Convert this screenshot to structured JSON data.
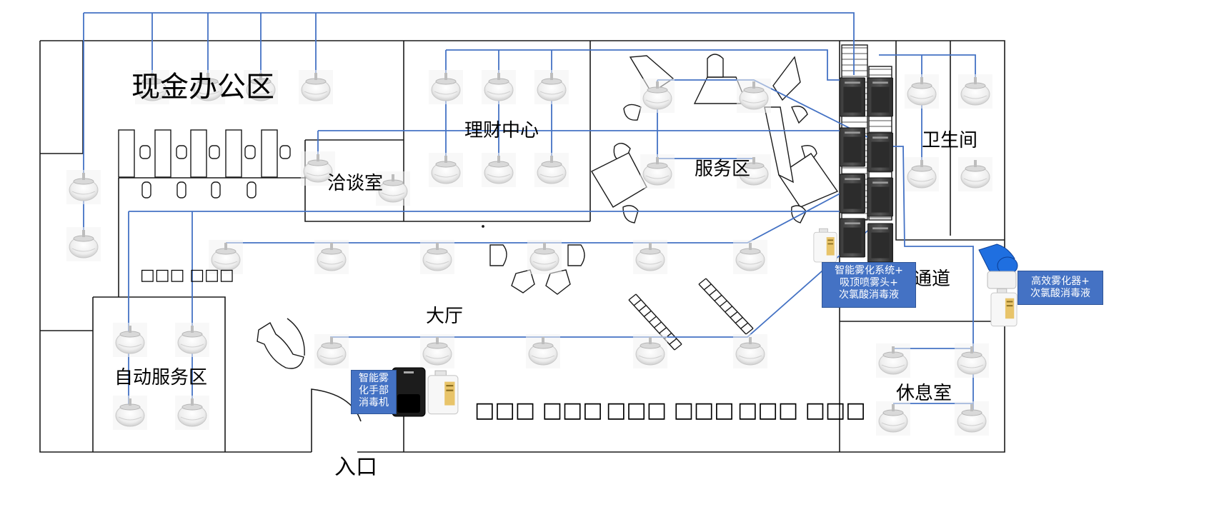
{
  "rooms": {
    "office": "现金办公区",
    "finance": "理财中心",
    "meeting": "洽谈室",
    "service": "服务区",
    "restroom": "卫生间",
    "corridor": "通道",
    "hall": "大厅",
    "self_service": "自动服务区",
    "lounge": "休息室",
    "entrance": "入口"
  },
  "callouts": {
    "system": [
      "智能雾化系统+",
      "吸顶喷雾头+",
      "次氯酸消毒液"
    ],
    "hand": [
      "智能雾",
      "化手部",
      "消毒机"
    ],
    "atomizer": [
      "高效雾化器+",
      "次氯酸消毒液"
    ]
  },
  "unrendered_glyphs": {
    "self_service_top": "□□□ □□□",
    "bottom_1": "□□□ □□□",
    "bottom_2": "□□□ □□□",
    "bottom_3": "□□□ □□□"
  },
  "colors": {
    "pipe": "#4472c4",
    "wall": "#1a1a1a",
    "callout_bg": "#4472c4",
    "atomizer": "#1f6fe0"
  },
  "icons": {
    "nozzle": "ceiling-spray-nozzle-icon",
    "unit": "atomizer-control-unit-icon",
    "bottle": "disinfectant-bottle-icon",
    "hand_sanitizer": "hand-sanitizer-machine-icon",
    "sprayer": "handheld-atomizer-icon"
  }
}
